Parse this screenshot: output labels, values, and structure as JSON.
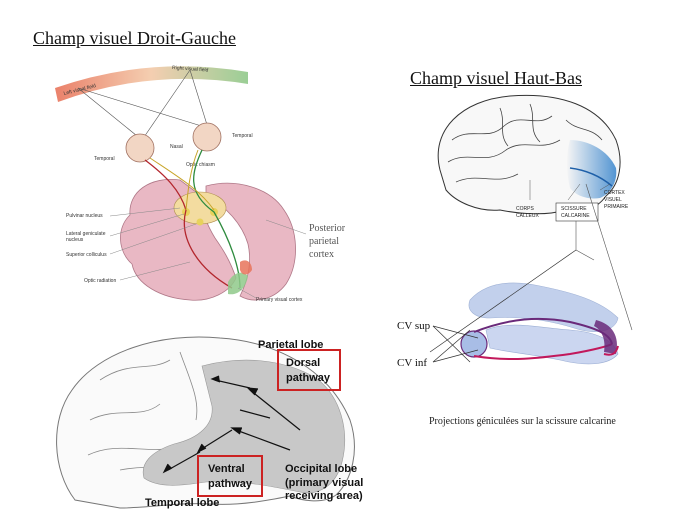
{
  "headings": {
    "left": "Champ visuel Droit-Gauche",
    "right": "Champ visuel Haut-Bas"
  },
  "visual_pathway_diagram": {
    "left_field": "Left visual field",
    "right_field": "Right visual field",
    "nasal": "Nasal",
    "temporal_left": "Temporal",
    "temporal_right": "Temporal",
    "optic_chiasm": "Optic chiasm",
    "pulvinar": "Pulvinar nucleus",
    "lgn_line1": "Lateral geniculate",
    "lgn_line2": "nucleus",
    "superior_colliculus": "Superior colliculus",
    "optic_radiation": "Optic radiation",
    "primary_visual_cortex": "Primary visual cortex",
    "posterior_line1": "Posterior",
    "posterior_line2": "parietal",
    "posterior_line3": "cortex"
  },
  "streams_diagram": {
    "parietal_lobe": "Parietal lobe",
    "dorsal_line1": "Dorsal",
    "dorsal_line2": "pathway",
    "ventral_line1": "Ventral",
    "ventral_line2": "pathway",
    "occipital_line1": "Occipital lobe",
    "occipital_line2": "(primary visual",
    "occipital_line3": "receiving area)",
    "temporal_lobe": "Temporal lobe"
  },
  "calcarine_diagram": {
    "corps_line1": "CORPS",
    "corps_line2": "CALLEUX",
    "scissure_line1": "SCISSURE",
    "scissure_line2": "CALCARINE",
    "cortex_line1": "CORTEX",
    "cortex_line2": "VISUEL",
    "cortex_line3": "PRIMAIRE",
    "cv_sup": "CV sup",
    "cv_inf": "CV inf",
    "caption": "Projections géniculées sur  la scissure calcarine"
  },
  "colors": {
    "field_red": "#e8735a",
    "field_green": "#8fc98a",
    "brain_pink": "#e9b8c4",
    "lobe_gray": "#c8c8c8",
    "highlight_red": "#cc2222",
    "calcarine_blue": "#4a8fd0",
    "pathway_purple": "#6a2a7a",
    "pathway_magenta": "#c2185b"
  }
}
